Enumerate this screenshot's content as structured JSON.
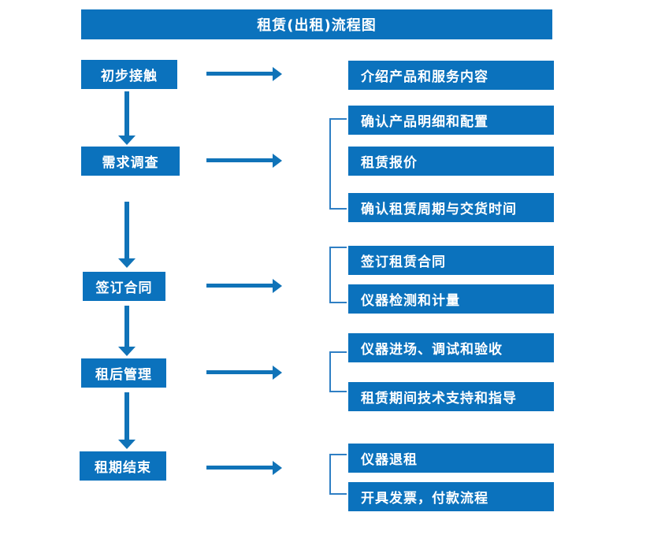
{
  "title": "租赁(出租)流程图",
  "colors": {
    "box_fill": "#0b72bd",
    "box_text": "#ffffff",
    "arrow": "#1073b8",
    "bracket": "#2f7fc4",
    "background": "#ffffff"
  },
  "stages": [
    {
      "label": "初步接触"
    },
    {
      "label": "需求调查"
    },
    {
      "label": "签订合同"
    },
    {
      "label": "租后管理"
    },
    {
      "label": "租期结束"
    }
  ],
  "details": {
    "group1": [
      {
        "label": "介绍产品和服务内容"
      }
    ],
    "group2": [
      {
        "label": "确认产品明细和配置"
      },
      {
        "label": "租赁报价"
      },
      {
        "label": "确认租赁周期与交货时间"
      }
    ],
    "group3": [
      {
        "label": "签订租赁合同"
      },
      {
        "label": "仪器检测和计量"
      }
    ],
    "group4": [
      {
        "label": "仪器进场、调试和验收"
      },
      {
        "label": "租赁期间技术支持和指导"
      }
    ],
    "group5": [
      {
        "label": "仪器退租"
      },
      {
        "label": "开具发票，付款流程"
      }
    ]
  }
}
